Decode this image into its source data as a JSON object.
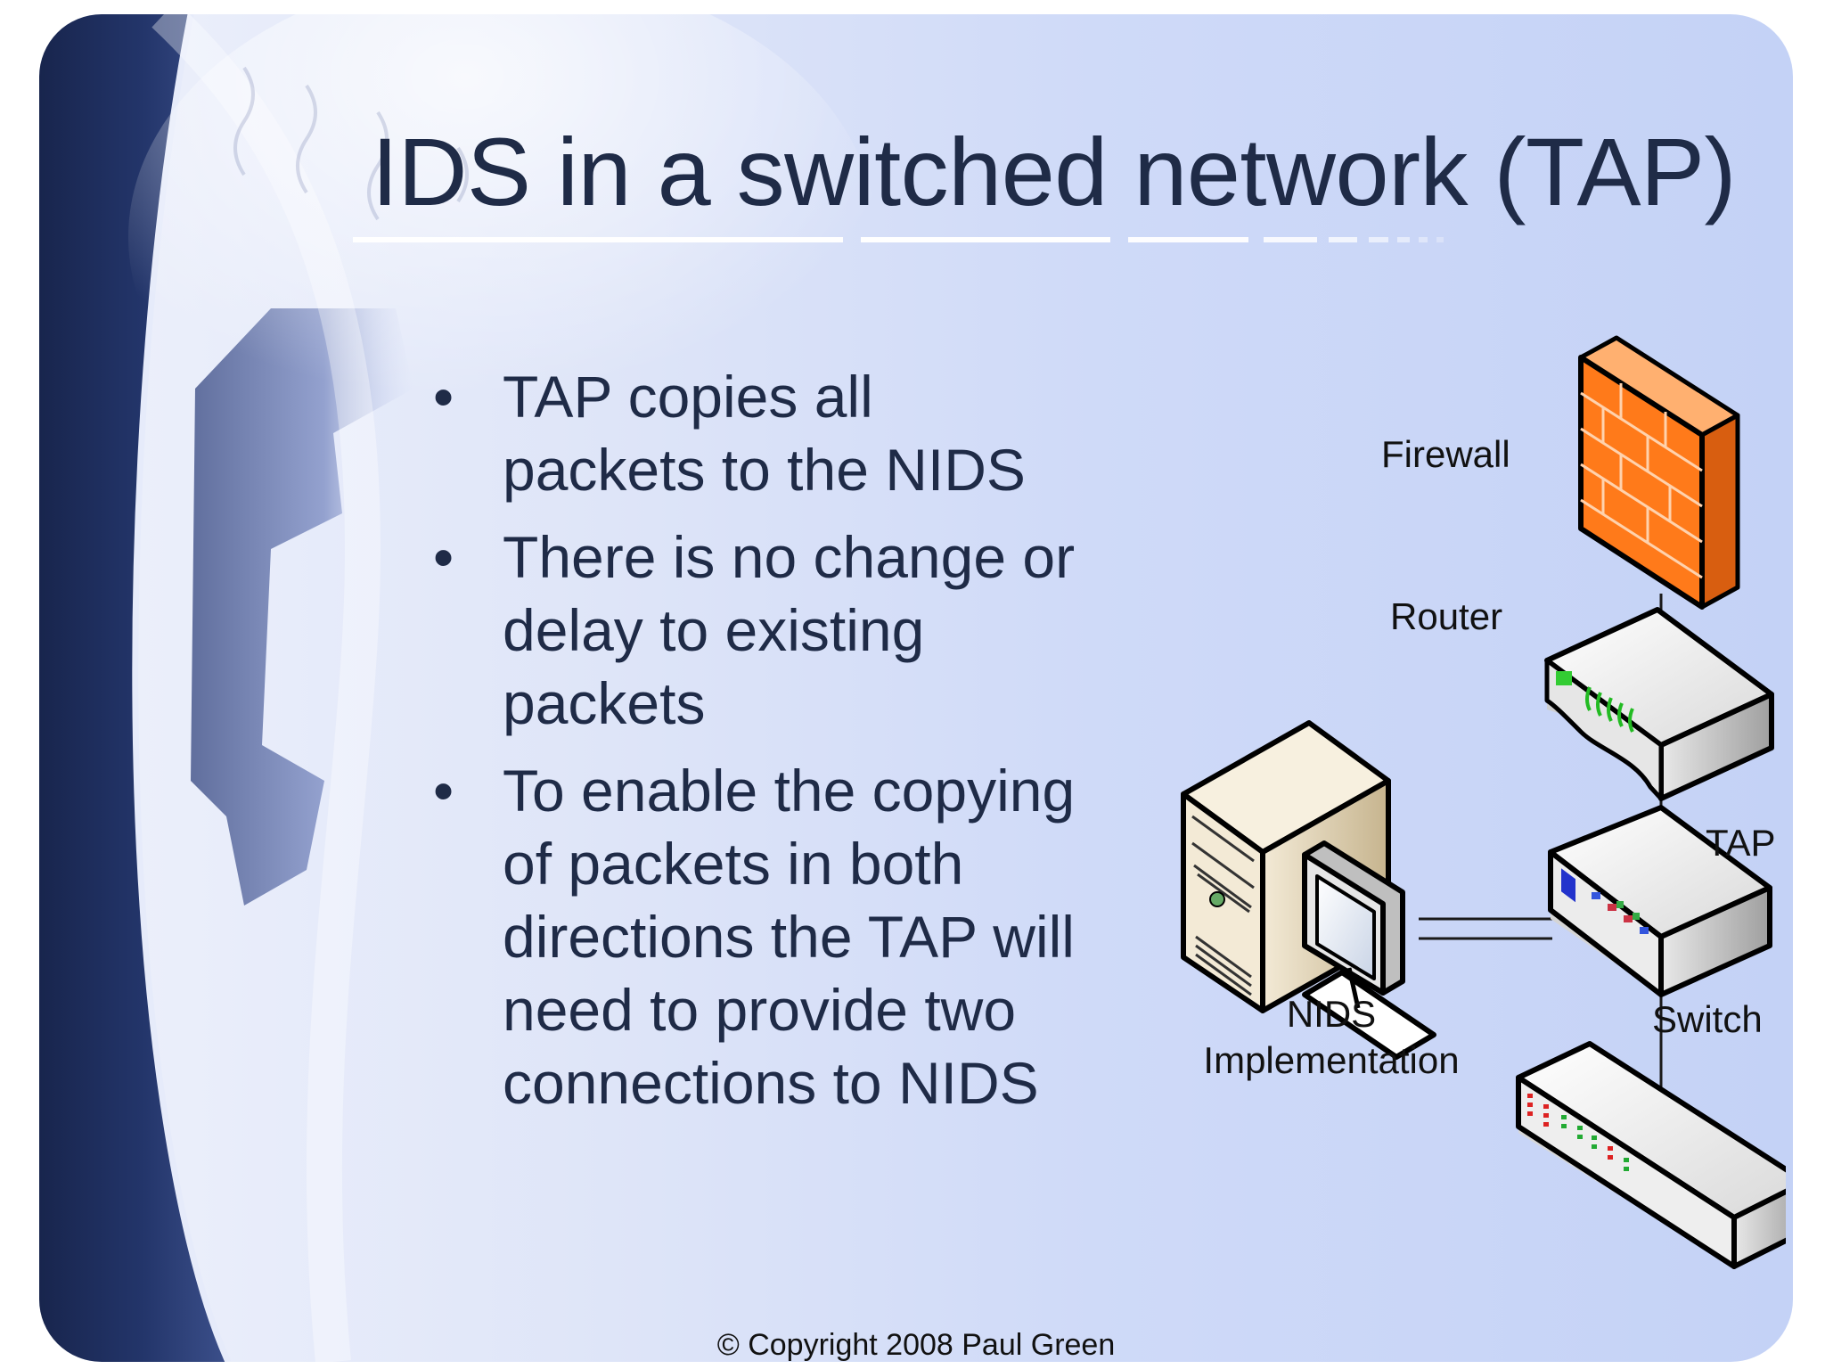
{
  "slide": {
    "title": "IDS in a switched network (TAP)",
    "bullet_char": "•",
    "bullets": [
      "TAP copies all packets to the NIDS",
      "There is no change or delay to existing packets",
      "To enable the copying of packets in both directions the TAP will need to provide two connections to NIDS"
    ],
    "footer": "© Copyright 2008 Paul Green"
  },
  "diagram": {
    "firewall_label": "Firewall",
    "router_label": "Router",
    "tap_label": "TAP",
    "switch_label": "Switch",
    "nids_label_line1": "NIDS",
    "nids_label_line2": "Implementation"
  },
  "colors": {
    "title_text": "#1f2b47",
    "body_text": "#1f2b47",
    "firewall_orange": "#ff7a1a",
    "dark_band": "#1e2d57"
  }
}
